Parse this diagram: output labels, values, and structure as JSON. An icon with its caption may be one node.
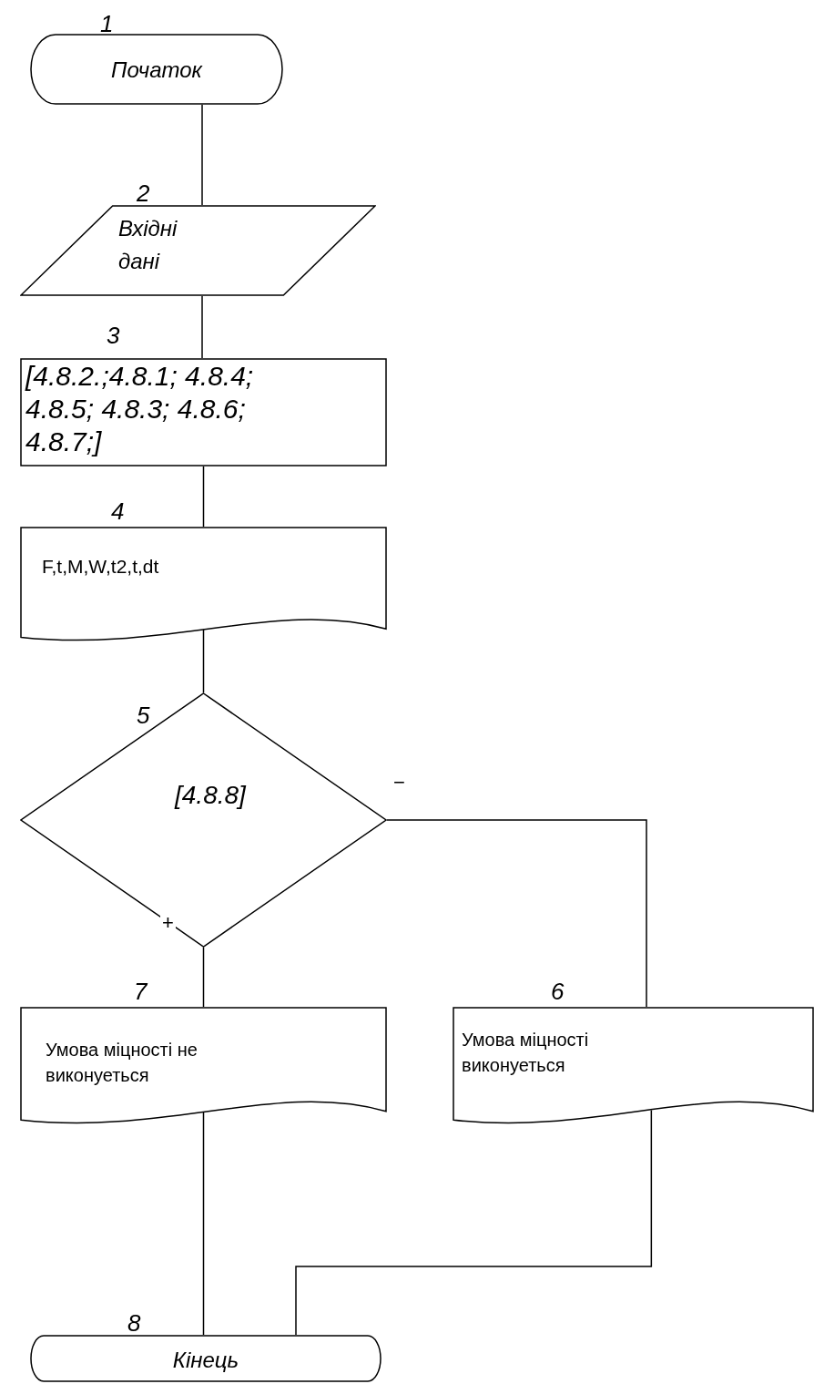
{
  "diagram": {
    "nodes": [
      {
        "text": [
          "1",
          "Початок"
        ]
      },
      {
        "text": [
          "2",
          "Вхідні дані"
        ]
      },
      {
        "text": [
          "3",
          "[4.8.2.;4.8.1; 4.8.4; 4.8.5; 4.8.3; 4.8.6; 4.8.7;]"
        ]
      },
      {
        "text": [
          "4",
          "F,t,M,W,t2,t,dt"
        ]
      },
      {
        "text": [
          "5",
          "[4.8.8]"
        ]
      },
      {
        "text": [
          "7",
          "Умова міцності не виконуеться"
        ]
      },
      {
        "text": [
          "6",
          "Умова міцності виконуеться"
        ]
      },
      {
        "text": [
          "8",
          "Кінець"
        ]
      }
    ],
    "edges": [
      {
        "from": 0,
        "to": 1,
        "arrow": "none"
      },
      {
        "from": 1,
        "to": 2,
        "arrow": "none"
      },
      {
        "from": 2,
        "to": 3,
        "arrow": "none"
      },
      {
        "from": 3,
        "to": 4,
        "arrow": "none"
      },
      {
        "from": 4,
        "to": 5,
        "arrow": "none",
        "label": "+"
      },
      {
        "from": 4,
        "to": 6,
        "arrow": "none",
        "label": "−"
      },
      {
        "from": 5,
        "to": 7,
        "arrow": "none"
      },
      {
        "from": 6,
        "to": 7,
        "arrow": "none"
      }
    ]
  }
}
